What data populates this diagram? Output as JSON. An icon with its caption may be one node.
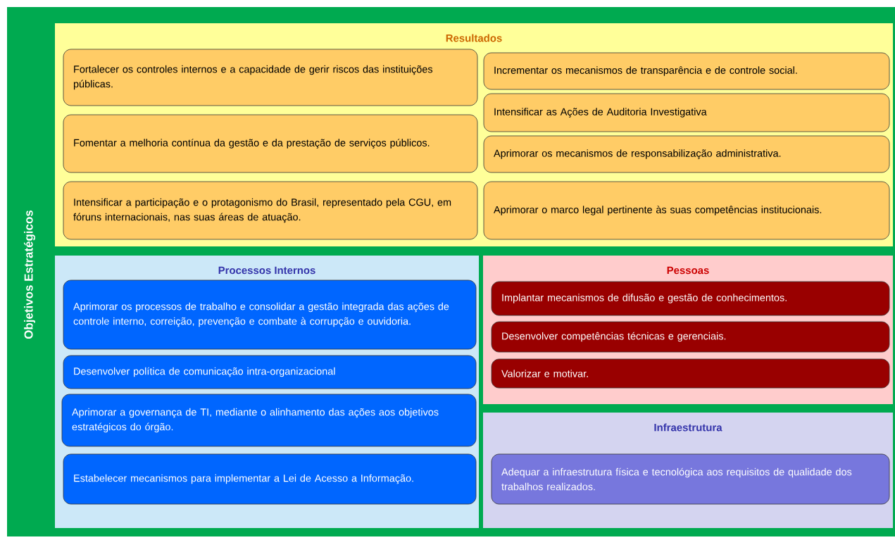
{
  "diagram": {
    "nodes": [
      {
        "text": [
          "Objetivos Estratégicos"
        ]
      },
      {
        "text": [
          "Resultados"
        ],
        "in": 0
      },
      {
        "text": [
          "Fortalecer os controles internos e a capacidade de gerir riscos das instituições públicas."
        ],
        "in": 1
      },
      {
        "text": [
          "Fomentar a melhoria contínua da gestão e da prestação de serviços públicos."
        ],
        "in": 1
      },
      {
        "text": [
          "Intensificar a participação e o protagonismo do Brasil, representado pela CGU, em fóruns internacionais, nas suas áreas de atuação."
        ],
        "in": 1
      },
      {
        "text": [
          "Incrementar os mecanismos de transparência e de controle social."
        ],
        "in": 1
      },
      {
        "text": [
          "Intensificar as Ações de Auditoria Investigativa"
        ],
        "in": 1
      },
      {
        "text": [
          "Aprimorar os mecanismos de responsabilização administrativa."
        ],
        "in": 1
      },
      {
        "text": [
          "Aprimorar o marco legal pertinente às suas competências institucionais."
        ],
        "in": 1
      },
      {
        "text": [
          "Processos Internos"
        ],
        "in": 0
      },
      {
        "text": [
          "Aprimorar os processos de trabalho e consolidar a gestão integrada das ações de controle interno, correição, prevenção e combate à corrupção e ouvidoria."
        ],
        "in": 9
      },
      {
        "text": [
          "Desenvolver política de comunicação intra-organizacional"
        ],
        "in": 9
      },
      {
        "text": [
          "Aprimorar a governança de TI, mediante o alinhamento das ações aos objetivos estratégicos do órgão."
        ],
        "in": 9
      },
      {
        "text": [
          "Estabelecer mecanismos para implementar a Lei de Acesso a Informação."
        ],
        "in": 9
      },
      {
        "text": [
          "Pessoas"
        ],
        "in": 0
      },
      {
        "text": [
          "Implantar mecanismos de difusão e gestão de conhecimentos."
        ],
        "in": 14
      },
      {
        "text": [
          "Desenvolver competências técnicas e gerenciais."
        ],
        "in": 14
      },
      {
        "text": [
          "Valorizar e motivar."
        ],
        "in": 14
      },
      {
        "text": [
          "Infraestrutura"
        ],
        "in": 0
      },
      {
        "text": [
          "Adequar a infraestrutura física e tecnológica aos requisitos de qualidade dos trabalhos realizados."
        ],
        "in": 18
      }
    ]
  }
}
